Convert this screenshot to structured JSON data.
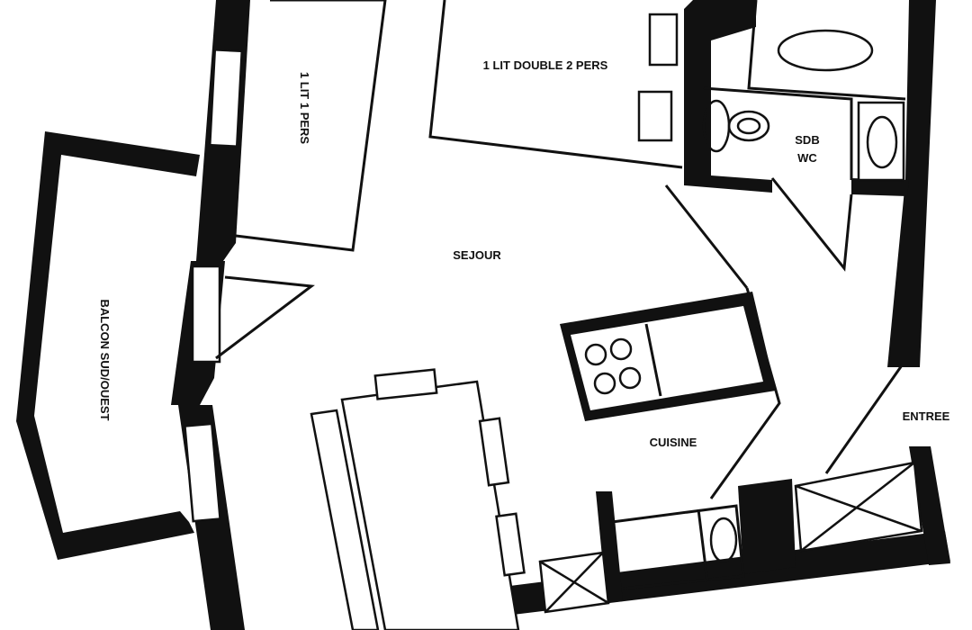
{
  "rooms": {
    "bedroom_single": "1 LIT 1 PERS",
    "bedroom_double": "1 LIT DOUBLE 2 PERS",
    "bathroom_line1": "SDB",
    "bathroom_line2": "WC",
    "living": "SEJOUR",
    "balcony": "BALCON SUD/OUEST",
    "kitchen": "CUISINE",
    "entrance": "ENTREE"
  },
  "colors": {
    "wall": "#111111",
    "background": "#ffffff"
  }
}
